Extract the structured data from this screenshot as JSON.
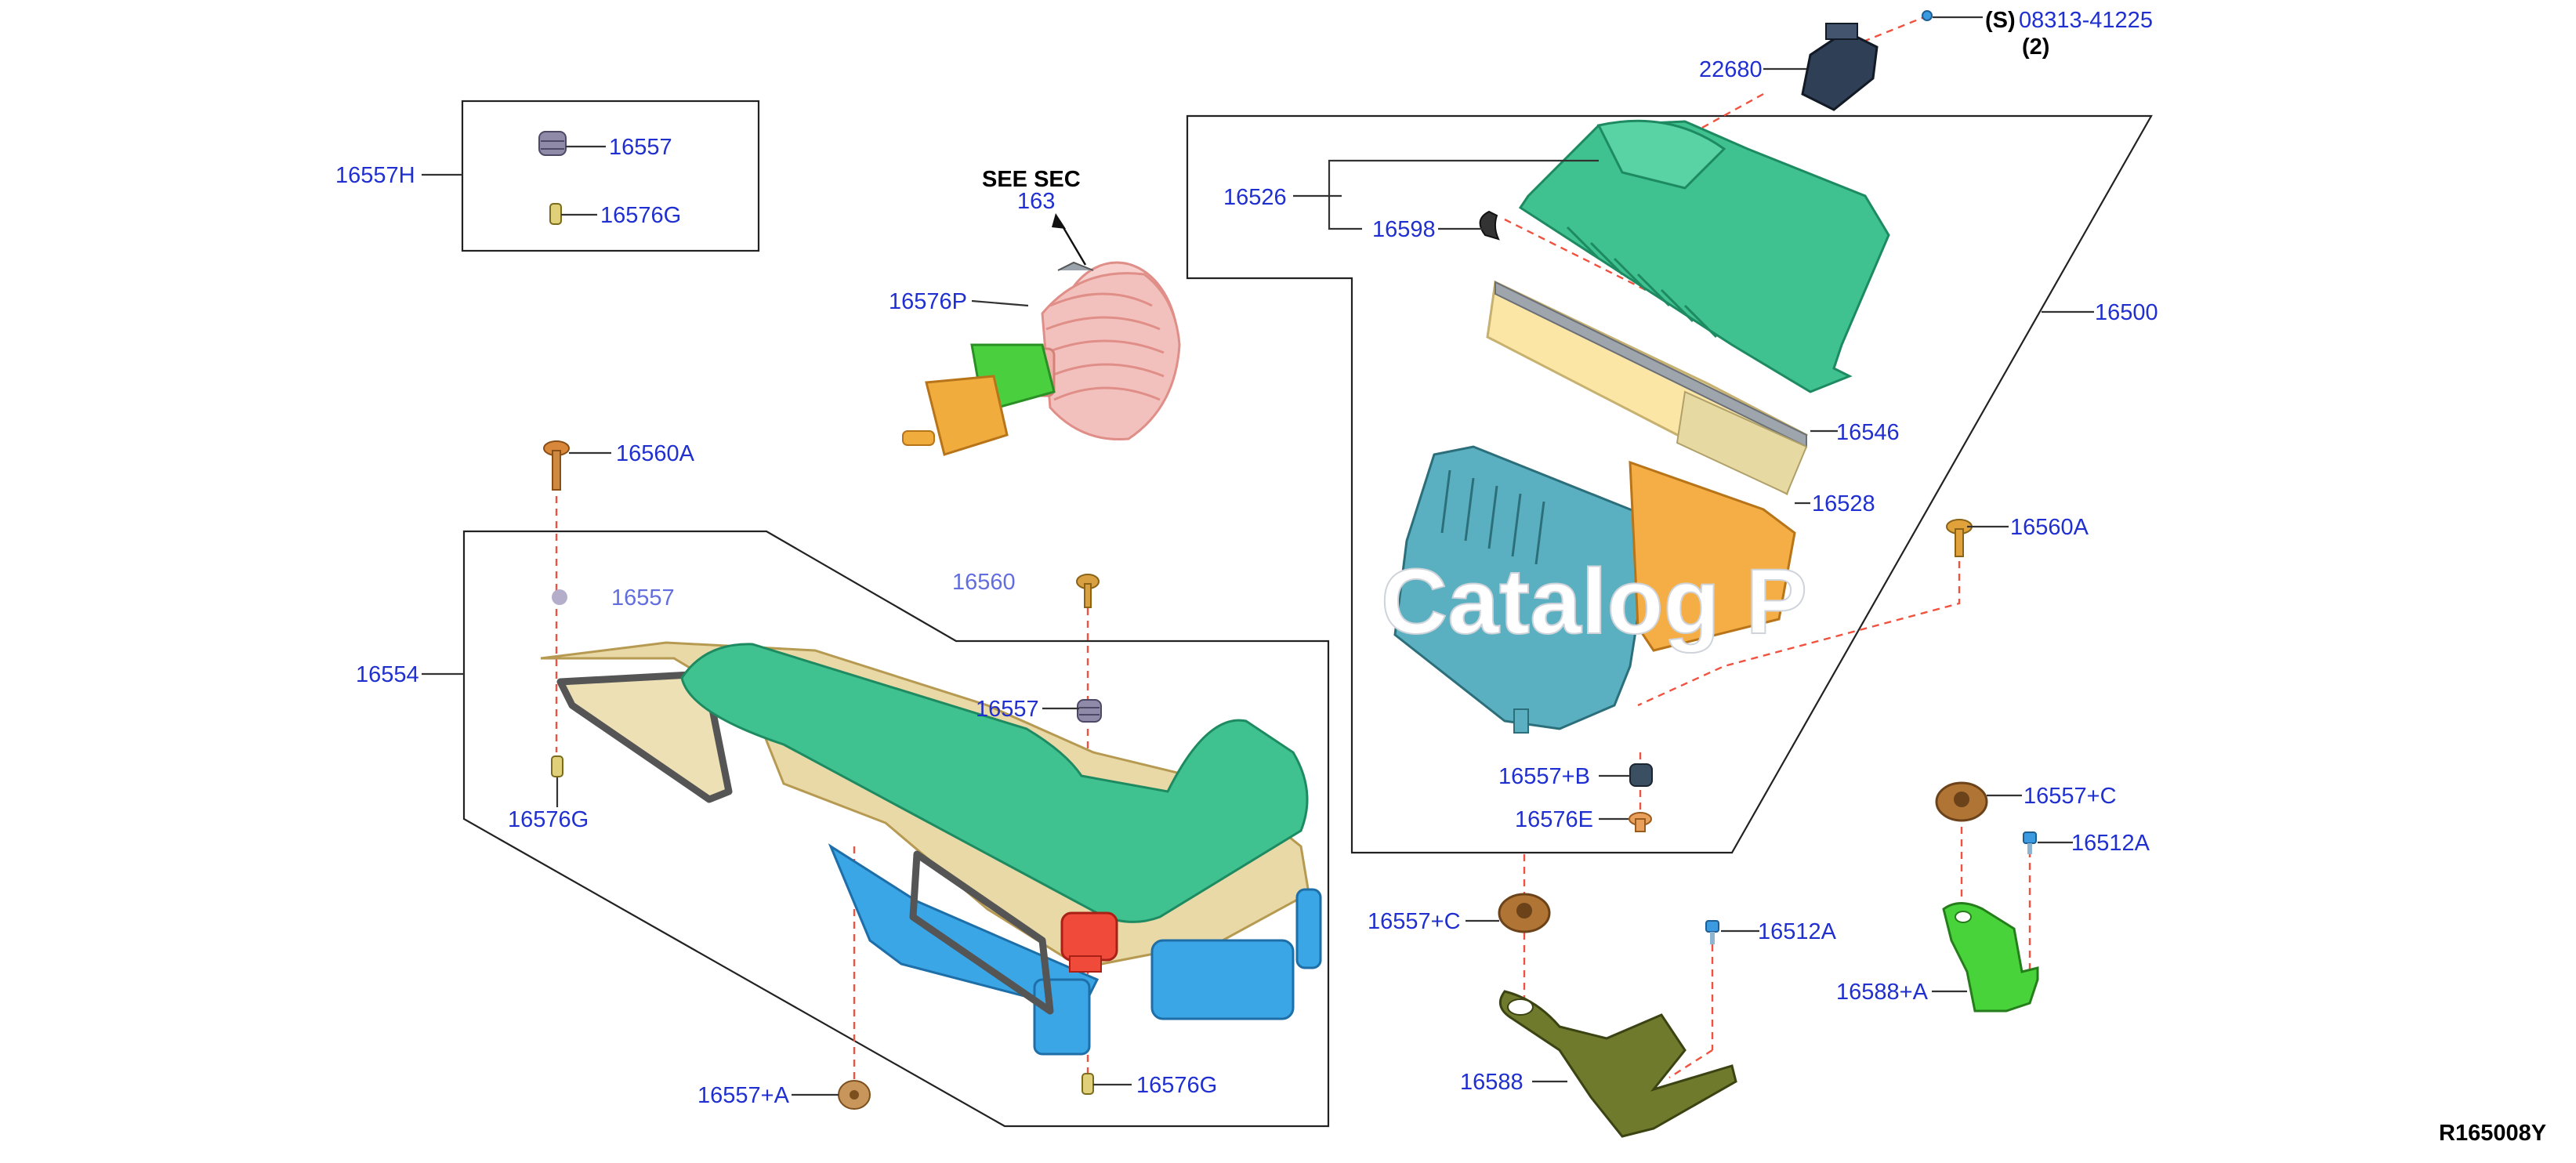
{
  "diagram_id": "R165008Y",
  "watermark": "Catalog P",
  "see_section": {
    "title": "SEE SEC",
    "number": "163"
  },
  "callouts": {
    "p_16557H": "16557H",
    "p_16557_box": "16557",
    "p_16576G_box": "16576G",
    "p_16576P": "16576P",
    "p_16560A_left": "16560A",
    "p_16557_ghost": "16557",
    "p_16560_ghost": "16560",
    "p_16554": "16554",
    "p_16557_mid": "16557",
    "p_16576G_left": "16576G",
    "p_16557A": "16557+A",
    "p_16576G_bottom": "16576G",
    "p_22680": "22680",
    "p_08313_prefix": "(S)",
    "p_08313": "08313-41225",
    "p_08313_qty": "(2)",
    "p_16526": "16526",
    "p_16598": "16598",
    "p_16500": "16500",
    "p_16546": "16546",
    "p_16528": "16528",
    "p_16560A_right": "16560A",
    "p_16557B": "16557+B",
    "p_16576E": "16576E",
    "p_16557C_mid": "16557+C",
    "p_16512A_mid": "16512A",
    "p_16588": "16588",
    "p_16557C_right": "16557+C",
    "p_16512A_right": "16512A",
    "p_16588A": "16588+A"
  },
  "colors": {
    "label_blue": "#1f2fd0",
    "leader": "#333333",
    "dashed_red": "#f0523f",
    "green_part": "#35c493",
    "teal_part": "#5ab0c0",
    "yellow_part": "#e7cf8a",
    "blue_part": "#3aa6e6",
    "orange_part": "#f6ae3c",
    "bronze_part": "#b07534",
    "olive_part": "#6f7a2c",
    "bright_green_part": "#48d33b",
    "pink_part": "#f1b7b3"
  }
}
